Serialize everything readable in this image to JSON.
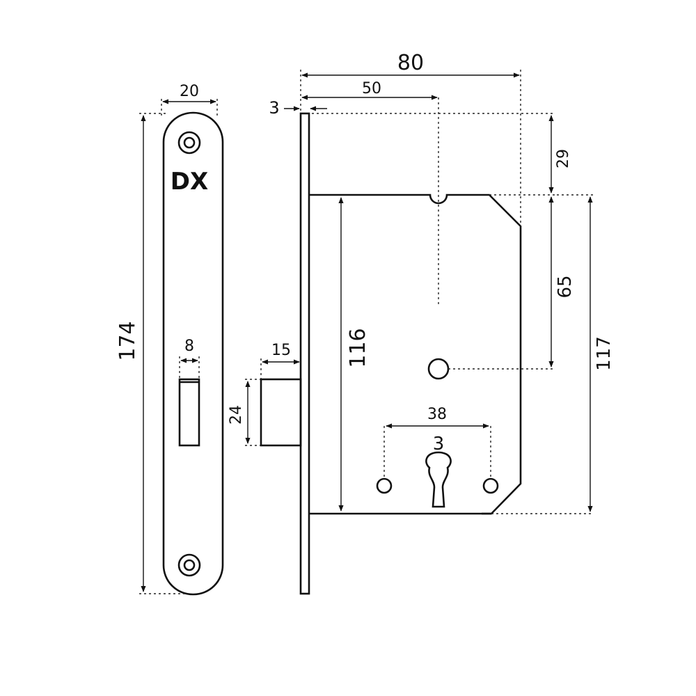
{
  "faceplate": {
    "logo": "DX",
    "width_label": "20",
    "height_label": "174",
    "latch_slot_label": "8"
  },
  "lock_body": {
    "backset_total_label": "80",
    "backset_label": "50",
    "plate_thickness_label": "3",
    "top_offset_label": "29",
    "follower_offset_label": "65",
    "body_height_label": "116",
    "overall_height_label": "117",
    "bolt_throw_label": "15",
    "bolt_height_label": "24",
    "keyhole_spacing_label": "38",
    "keyhole_marker_label": "3"
  }
}
